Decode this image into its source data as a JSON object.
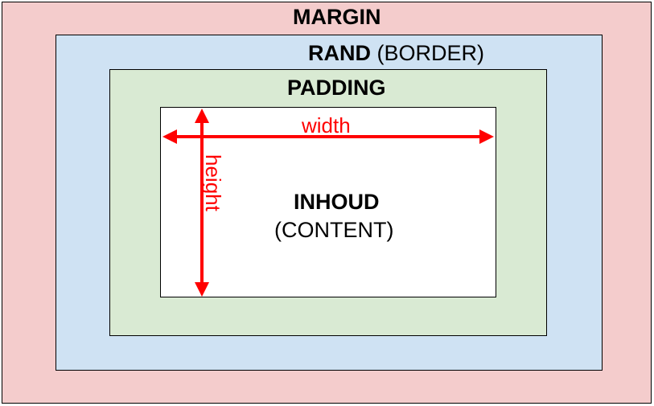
{
  "colors": {
    "margin": "#f4cccc",
    "border": "#cfe2f3",
    "padding": "#d9ead3",
    "content": "#ffffff",
    "outline": "#000000",
    "dimension": "#ff0000"
  },
  "margin": {
    "label": "MARGIN"
  },
  "border": {
    "label": "RAND",
    "sub": " (BORDER)"
  },
  "padding": {
    "label": "PADDING"
  },
  "content": {
    "label": "INHOUD",
    "sub": "(CONTENT)"
  },
  "dimensions": {
    "width": "width",
    "height": "height"
  }
}
